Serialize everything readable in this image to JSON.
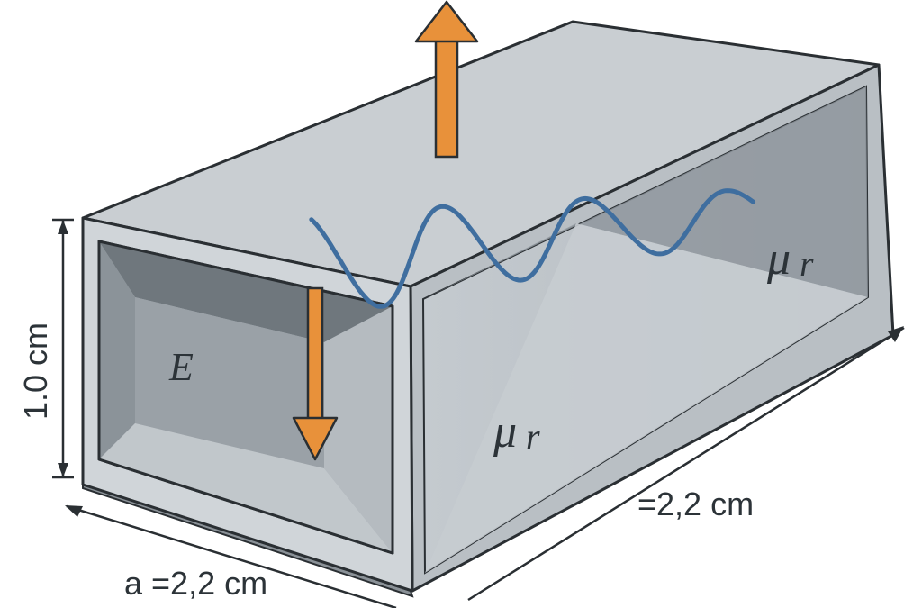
{
  "diagram": {
    "labels": {
      "height": "1.0 cm",
      "width_a": "a =2,2 cm",
      "length": "=2,2 cm",
      "field_symbol": "E",
      "permeability_front": "μ",
      "permeability_back": "μ",
      "permeability_subscript": "r"
    },
    "colors": {
      "arrow": "#e8913a",
      "wave": "#3f6e9f",
      "metal_light": "#cfd4d8",
      "metal_top": "#c9ced2",
      "metal_dark": "#7e868c",
      "outline": "#2a2f33",
      "dimension_line": "#2a2f33"
    },
    "icons": {
      "up_arrow": "arrow-up-icon",
      "down_arrow": "arrow-down-icon"
    }
  }
}
